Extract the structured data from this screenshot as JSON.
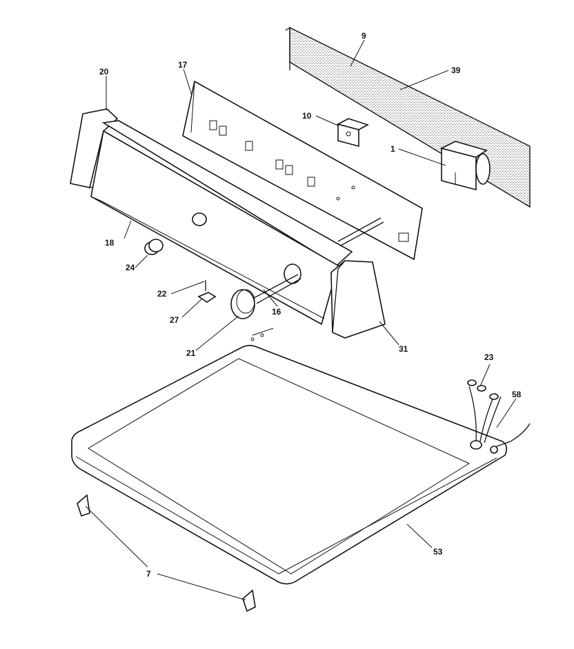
{
  "diagram": {
    "stipple_color": "#9a9a9a",
    "line_color": "#111111",
    "callouts": {
      "p9": "9",
      "p39": "39",
      "p17": "17",
      "p20": "20",
      "p10": "10",
      "p1": "1",
      "p18": "18",
      "p24": "24",
      "p22": "22",
      "p27": "27",
      "p16": "16",
      "p21": "21",
      "p31": "31",
      "p23": "23",
      "p58": "58",
      "p53": "53",
      "p7": "7"
    }
  }
}
